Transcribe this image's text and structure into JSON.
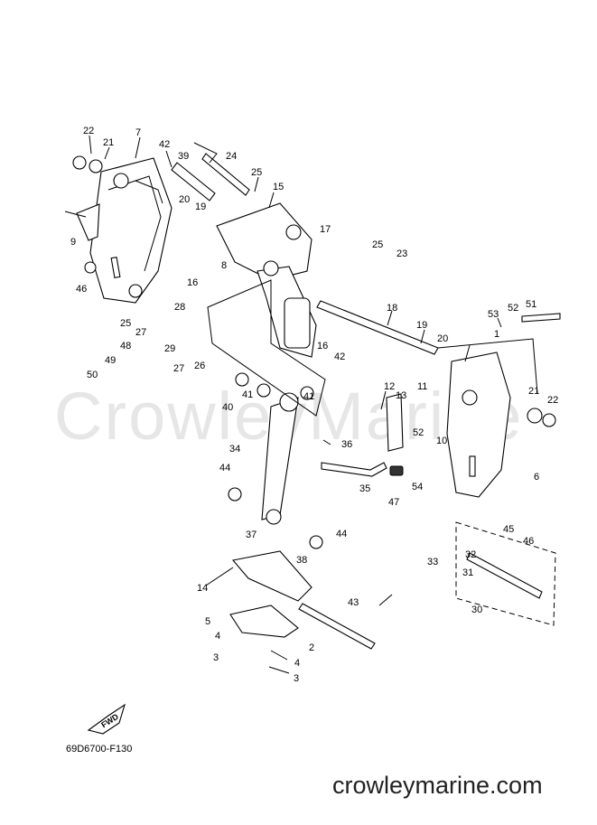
{
  "watermark": "CrowleyMarine",
  "diagram_code": "69D6700-F130",
  "site_text": "crowleymarine.com",
  "fwd_label": "FWD",
  "callouts": [
    "22",
    "21",
    "7",
    "42",
    "39",
    "24",
    "25",
    "15",
    "9",
    "20",
    "19",
    "8",
    "16",
    "46",
    "28",
    "25",
    "27",
    "29",
    "48",
    "49",
    "50",
    "27",
    "26",
    "17",
    "25",
    "23",
    "18",
    "19",
    "16",
    "20",
    "42",
    "1",
    "53",
    "52",
    "51",
    "41",
    "40",
    "41",
    "12",
    "13",
    "11",
    "21",
    "22",
    "10",
    "36",
    "34",
    "52",
    "35",
    "47",
    "54",
    "6",
    "44",
    "37",
    "44",
    "38",
    "14",
    "45",
    "46",
    "33",
    "32",
    "31",
    "43",
    "30",
    "5",
    "4",
    "2",
    "4",
    "3",
    "3"
  ]
}
